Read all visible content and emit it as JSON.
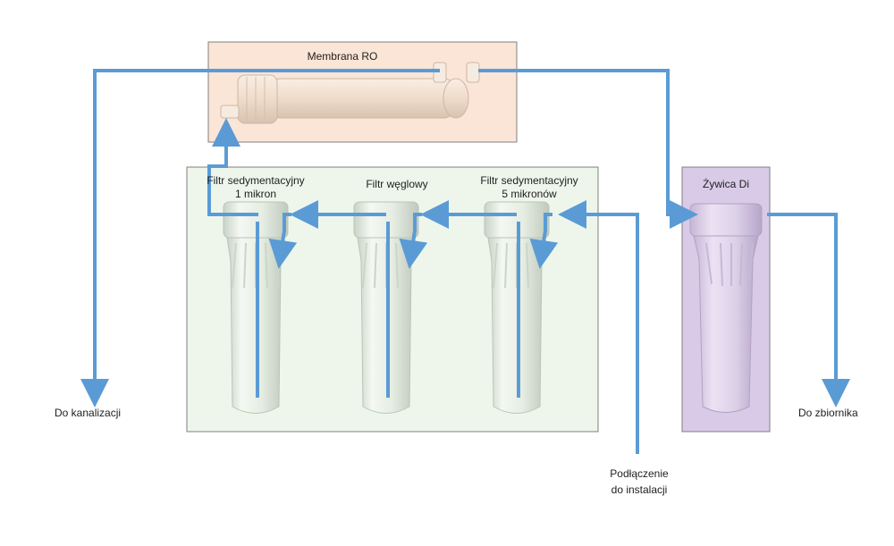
{
  "membrane": {
    "title": "Membrana RO"
  },
  "filters": [
    {
      "line1": "Filtr sedymentacyjny",
      "line2": "1 mikron"
    },
    {
      "line1": "Filtr węglowy",
      "line2": ""
    },
    {
      "line1": "Filtr sedymentacyjny",
      "line2": "5 mikronów"
    }
  ],
  "resin": {
    "title": "Żywica Di"
  },
  "outlets": {
    "drain": "Do kanalizacji",
    "tank": "Do zbiornika",
    "inlet_line1": "Podłączenie",
    "inlet_line2": "do instalacji"
  },
  "colors": {
    "pipe": "#5b9bd5",
    "membrane_box": "#fbe5d6",
    "filter_box": "#eef6ec",
    "resin_box": "#d9cbe8",
    "filter_housing": "#e3ebe1",
    "membrane_housing": "#f2e3d6"
  }
}
